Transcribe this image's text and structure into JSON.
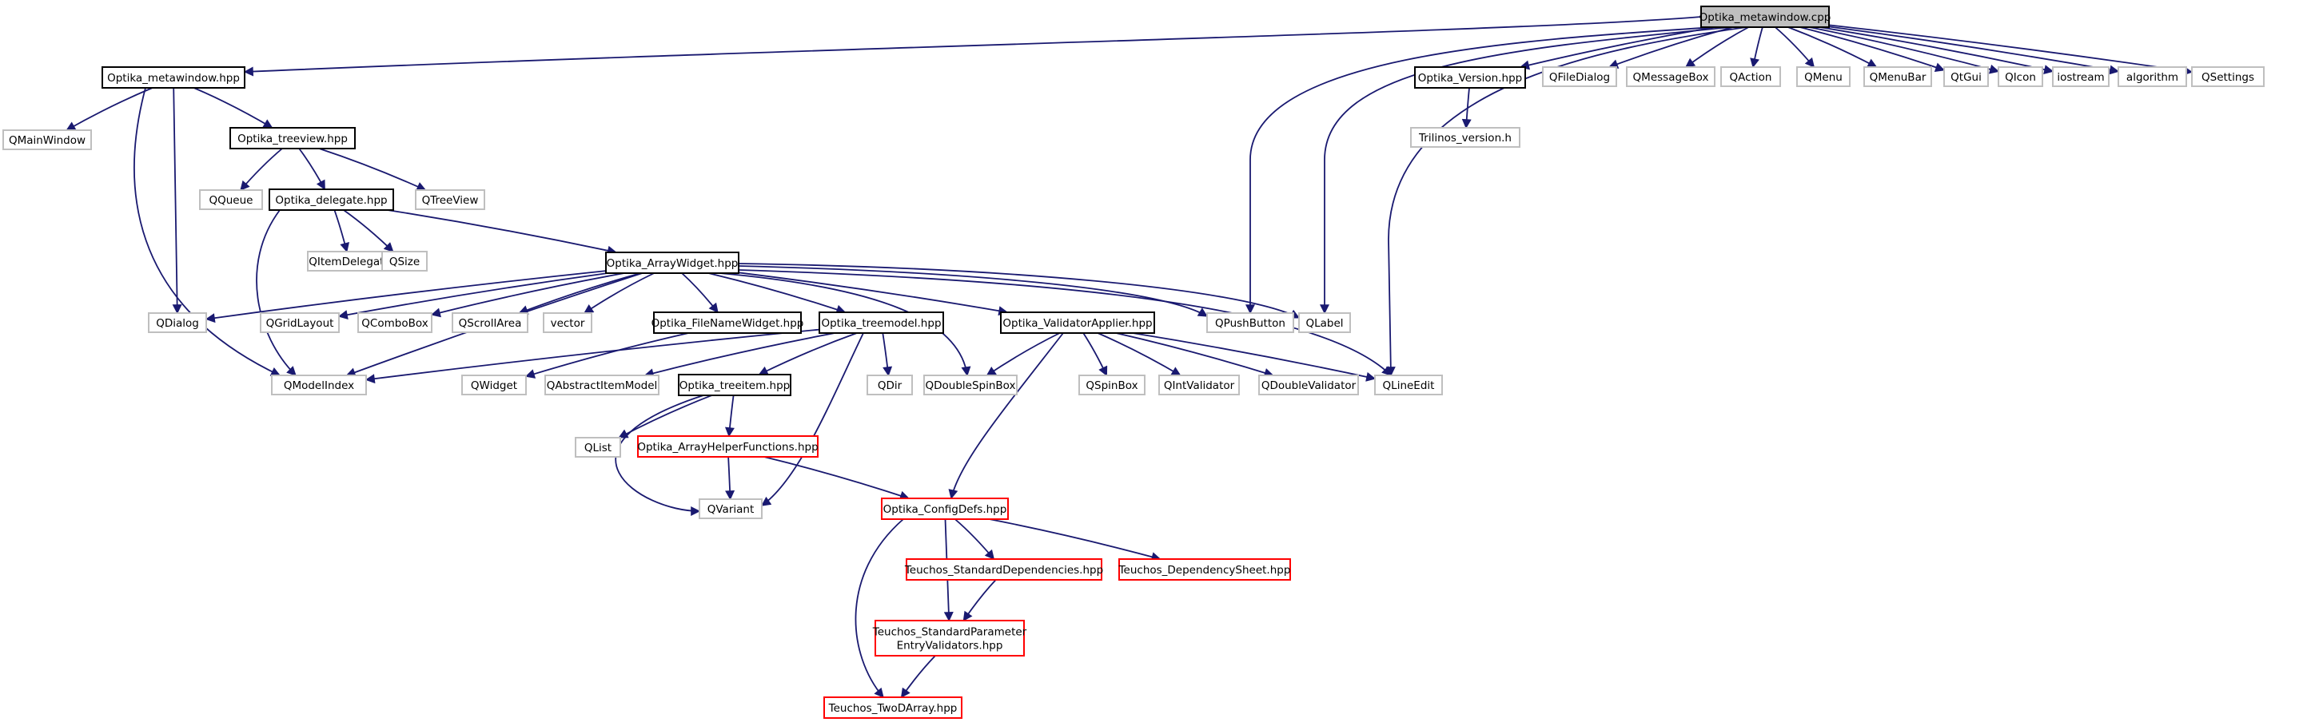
{
  "colors": {
    "edge": "#191970",
    "border_plain": "#bfbfbf",
    "border_header": "#000000",
    "border_incomplete": "#ff0000",
    "root_fill": "#bfbfbf",
    "fill": "#ffffff"
  },
  "nodes": [
    {
      "id": "root",
      "lines": [
        "Optika_metawindow.cpp"
      ],
      "style": "root"
    },
    {
      "id": "metawindow_hpp",
      "lines": [
        "Optika_metawindow.hpp"
      ],
      "style": "header"
    },
    {
      "id": "QMainWindow",
      "lines": [
        "QMainWindow"
      ],
      "style": "plain"
    },
    {
      "id": "treeview_hpp",
      "lines": [
        "Optika_treeview.hpp"
      ],
      "style": "header"
    },
    {
      "id": "QQueue",
      "lines": [
        "QQueue"
      ],
      "style": "plain"
    },
    {
      "id": "delegate_hpp",
      "lines": [
        "Optika_delegate.hpp"
      ],
      "style": "header"
    },
    {
      "id": "QTreeView",
      "lines": [
        "QTreeView"
      ],
      "style": "plain"
    },
    {
      "id": "QItemDelegate",
      "lines": [
        "QItemDelegate"
      ],
      "style": "plain"
    },
    {
      "id": "QSize",
      "lines": [
        "QSize"
      ],
      "style": "plain"
    },
    {
      "id": "arraywidget_hpp",
      "lines": [
        "Optika_ArrayWidget.hpp"
      ],
      "style": "header"
    },
    {
      "id": "QDialog",
      "lines": [
        "QDialog"
      ],
      "style": "plain"
    },
    {
      "id": "QGridLayout",
      "lines": [
        "QGridLayout"
      ],
      "style": "plain"
    },
    {
      "id": "QComboBox",
      "lines": [
        "QComboBox"
      ],
      "style": "plain"
    },
    {
      "id": "QScrollArea",
      "lines": [
        "QScrollArea"
      ],
      "style": "plain"
    },
    {
      "id": "vector",
      "lines": [
        "vector"
      ],
      "style": "plain"
    },
    {
      "id": "filenamewidget_hpp",
      "lines": [
        "Optika_FileNameWidget.hpp"
      ],
      "style": "header"
    },
    {
      "id": "treemodel_hpp",
      "lines": [
        "Optika_treemodel.hpp"
      ],
      "style": "header"
    },
    {
      "id": "validatorapplier_hpp",
      "lines": [
        "Optika_ValidatorApplier.hpp"
      ],
      "style": "header"
    },
    {
      "id": "QPushButton",
      "lines": [
        "QPushButton"
      ],
      "style": "plain"
    },
    {
      "id": "QLabel",
      "lines": [
        "QLabel"
      ],
      "style": "plain"
    },
    {
      "id": "QModelIndex",
      "lines": [
        "QModelIndex"
      ],
      "style": "plain"
    },
    {
      "id": "QWidget",
      "lines": [
        "QWidget"
      ],
      "style": "plain"
    },
    {
      "id": "QAbstractItemModel",
      "lines": [
        "QAbstractItemModel"
      ],
      "style": "plain"
    },
    {
      "id": "treeitem_hpp",
      "lines": [
        "Optika_treeitem.hpp"
      ],
      "style": "header"
    },
    {
      "id": "QDir",
      "lines": [
        "QDir"
      ],
      "style": "plain"
    },
    {
      "id": "QDoubleSpinBox",
      "lines": [
        "QDoubleSpinBox"
      ],
      "style": "plain"
    },
    {
      "id": "QSpinBox",
      "lines": [
        "QSpinBox"
      ],
      "style": "plain"
    },
    {
      "id": "QIntValidator",
      "lines": [
        "QIntValidator"
      ],
      "style": "plain"
    },
    {
      "id": "QDoubleValidator",
      "lines": [
        "QDoubleValidator"
      ],
      "style": "plain"
    },
    {
      "id": "QLineEdit",
      "lines": [
        "QLineEdit"
      ],
      "style": "plain"
    },
    {
      "id": "QList",
      "lines": [
        "QList"
      ],
      "style": "plain"
    },
    {
      "id": "arrayhelper_hpp",
      "lines": [
        "Optika_ArrayHelperFunctions.hpp"
      ],
      "style": "incomplete"
    },
    {
      "id": "QVariant",
      "lines": [
        "QVariant"
      ],
      "style": "plain"
    },
    {
      "id": "configdefs_hpp",
      "lines": [
        "Optika_ConfigDefs.hpp"
      ],
      "style": "incomplete"
    },
    {
      "id": "stddeps_hpp",
      "lines": [
        "Teuchos_StandardDependencies.hpp"
      ],
      "style": "incomplete"
    },
    {
      "id": "depsheet_hpp",
      "lines": [
        "Teuchos_DependencySheet.hpp"
      ],
      "style": "incomplete"
    },
    {
      "id": "stdparamvalidators_hpp",
      "lines": [
        "Teuchos_StandardParameter",
        "EntryValidators.hpp"
      ],
      "style": "incomplete"
    },
    {
      "id": "twodarray_hpp",
      "lines": [
        "Teuchos_TwoDArray.hpp"
      ],
      "style": "incomplete"
    },
    {
      "id": "version_hpp",
      "lines": [
        "Optika_Version.hpp"
      ],
      "style": "header"
    },
    {
      "id": "trilinos_version_h",
      "lines": [
        "Trilinos_version.h"
      ],
      "style": "plain"
    },
    {
      "id": "QFileDialog",
      "lines": [
        "QFileDialog"
      ],
      "style": "plain"
    },
    {
      "id": "QMessageBox",
      "lines": [
        "QMessageBox"
      ],
      "style": "plain"
    },
    {
      "id": "QAction",
      "lines": [
        "QAction"
      ],
      "style": "plain"
    },
    {
      "id": "QMenu",
      "lines": [
        "QMenu"
      ],
      "style": "plain"
    },
    {
      "id": "QMenuBar",
      "lines": [
        "QMenuBar"
      ],
      "style": "plain"
    },
    {
      "id": "QtGui",
      "lines": [
        "QtGui"
      ],
      "style": "plain"
    },
    {
      "id": "QIcon",
      "lines": [
        "QIcon"
      ],
      "style": "plain"
    },
    {
      "id": "iostream",
      "lines": [
        "iostream"
      ],
      "style": "plain"
    },
    {
      "id": "algorithm",
      "lines": [
        "algorithm"
      ],
      "style": "plain"
    },
    {
      "id": "QSettings",
      "lines": [
        "QSettings"
      ],
      "style": "plain"
    }
  ],
  "edges": [
    [
      "root",
      "metawindow_hpp"
    ],
    [
      "root",
      "QPushButton"
    ],
    [
      "root",
      "QLabel"
    ],
    [
      "root",
      "QLineEdit"
    ],
    [
      "root",
      "version_hpp"
    ],
    [
      "root",
      "QFileDialog"
    ],
    [
      "root",
      "QMessageBox"
    ],
    [
      "root",
      "QAction"
    ],
    [
      "root",
      "QMenu"
    ],
    [
      "root",
      "QMenuBar"
    ],
    [
      "root",
      "QtGui"
    ],
    [
      "root",
      "QIcon"
    ],
    [
      "root",
      "iostream"
    ],
    [
      "root",
      "algorithm"
    ],
    [
      "root",
      "QSettings"
    ],
    [
      "metawindow_hpp",
      "QMainWindow"
    ],
    [
      "metawindow_hpp",
      "treeview_hpp"
    ],
    [
      "metawindow_hpp",
      "QDialog"
    ],
    [
      "metawindow_hpp",
      "QModelIndex"
    ],
    [
      "treeview_hpp",
      "QQueue"
    ],
    [
      "treeview_hpp",
      "delegate_hpp"
    ],
    [
      "treeview_hpp",
      "QTreeView"
    ],
    [
      "delegate_hpp",
      "QItemDelegate"
    ],
    [
      "delegate_hpp",
      "QSize"
    ],
    [
      "delegate_hpp",
      "arraywidget_hpp"
    ],
    [
      "delegate_hpp",
      "QModelIndex"
    ],
    [
      "arraywidget_hpp",
      "QDialog"
    ],
    [
      "arraywidget_hpp",
      "QGridLayout"
    ],
    [
      "arraywidget_hpp",
      "QComboBox"
    ],
    [
      "arraywidget_hpp",
      "QScrollArea"
    ],
    [
      "arraywidget_hpp",
      "vector"
    ],
    [
      "arraywidget_hpp",
      "filenamewidget_hpp"
    ],
    [
      "arraywidget_hpp",
      "treemodel_hpp"
    ],
    [
      "arraywidget_hpp",
      "validatorapplier_hpp"
    ],
    [
      "arraywidget_hpp",
      "QPushButton"
    ],
    [
      "arraywidget_hpp",
      "QLabel"
    ],
    [
      "arraywidget_hpp",
      "QModelIndex"
    ],
    [
      "arraywidget_hpp",
      "QDoubleSpinBox"
    ],
    [
      "arraywidget_hpp",
      "QLineEdit"
    ],
    [
      "filenamewidget_hpp",
      "QWidget"
    ],
    [
      "treemodel_hpp",
      "QModelIndex"
    ],
    [
      "treemodel_hpp",
      "QAbstractItemModel"
    ],
    [
      "treemodel_hpp",
      "treeitem_hpp"
    ],
    [
      "treemodel_hpp",
      "QDir"
    ],
    [
      "treemodel_hpp",
      "QVariant"
    ],
    [
      "validatorapplier_hpp",
      "QDoubleSpinBox"
    ],
    [
      "validatorapplier_hpp",
      "QSpinBox"
    ],
    [
      "validatorapplier_hpp",
      "QIntValidator"
    ],
    [
      "validatorapplier_hpp",
      "QDoubleValidator"
    ],
    [
      "validatorapplier_hpp",
      "QLineEdit"
    ],
    [
      "validatorapplier_hpp",
      "configdefs_hpp"
    ],
    [
      "treeitem_hpp",
      "QList"
    ],
    [
      "treeitem_hpp",
      "arrayhelper_hpp"
    ],
    [
      "treeitem_hpp",
      "QVariant"
    ],
    [
      "arrayhelper_hpp",
      "QVariant"
    ],
    [
      "arrayhelper_hpp",
      "configdefs_hpp"
    ],
    [
      "configdefs_hpp",
      "stddeps_hpp"
    ],
    [
      "configdefs_hpp",
      "depsheet_hpp"
    ],
    [
      "configdefs_hpp",
      "stdparamvalidators_hpp"
    ],
    [
      "configdefs_hpp",
      "twodarray_hpp"
    ],
    [
      "stddeps_hpp",
      "stdparamvalidators_hpp"
    ],
    [
      "stdparamvalidators_hpp",
      "twodarray_hpp"
    ],
    [
      "version_hpp",
      "trilinos_version_h"
    ]
  ]
}
